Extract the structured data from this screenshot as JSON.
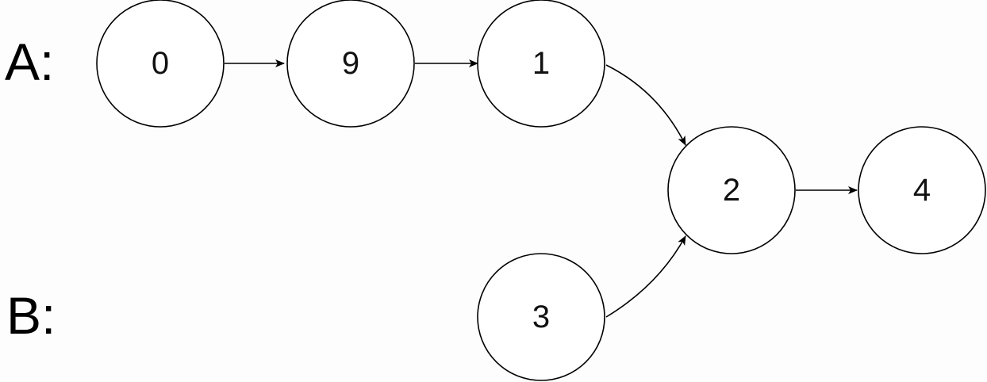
{
  "labels": {
    "list_a": "A:",
    "list_b": "B:"
  },
  "nodes": {
    "n0": "0",
    "n9": "9",
    "n1": "1",
    "n2": "2",
    "n4": "4",
    "n3": "3"
  },
  "colors": {
    "stroke": "#000000",
    "node_fill": "#ffffff",
    "background": "#fdfdfe"
  }
}
